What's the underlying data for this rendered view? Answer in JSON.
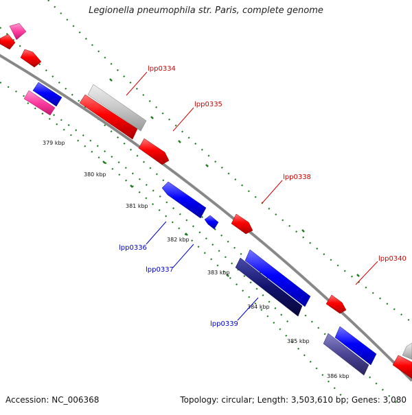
{
  "title": "Legionella pneumophila str. Paris, complete genome",
  "footer": {
    "accession": "Accession: NC_006368",
    "summary": "Topology: circular; Length: 3,503,610 bp; Genes: 3,080"
  },
  "scale_labels": [
    "379 kbp",
    "380 kbp",
    "381 kbp",
    "382 kbp",
    "383 kbp",
    "384 kbp",
    "385 kbp",
    "386 kbp"
  ],
  "gene_labels": {
    "lpp0334": "lpp0334",
    "lpp0335": "lpp0335",
    "lpp0336": "lpp0336",
    "lpp0337": "lpp0337",
    "lpp0338": "lpp0338",
    "lpp0339": "lpp0339",
    "lpp0340": "lpp0340"
  },
  "colors": {
    "forward_cds": "#ff0000",
    "reverse_cds": "#0000ff",
    "forward_label": "#cc0000",
    "reverse_label": "#0000cc",
    "gray_feature": "#c8c8c8",
    "pink_feature": "#ff3ca0",
    "navy_feature": "#12126e",
    "slate_feature": "#4a4494",
    "backbone": "#888888",
    "gc_dots": "#1a7a1a"
  }
}
